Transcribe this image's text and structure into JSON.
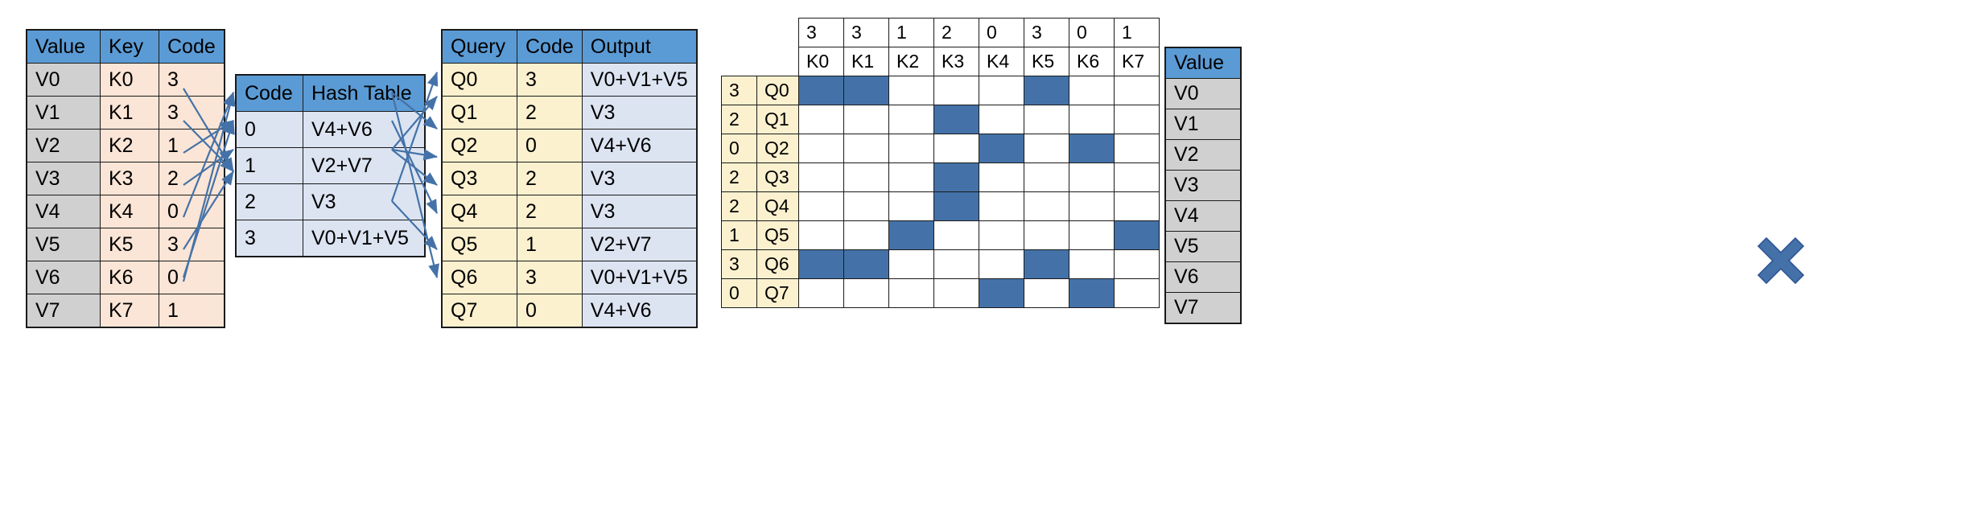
{
  "tables": {
    "value_key_code": {
      "name": "Value/Key/Code table",
      "headers": [
        "Value",
        "Key",
        "Code"
      ],
      "rows": [
        [
          "V0",
          "K0",
          "3"
        ],
        [
          "V1",
          "K1",
          "3"
        ],
        [
          "V2",
          "K2",
          "1"
        ],
        [
          "V3",
          "K3",
          "2"
        ],
        [
          "V4",
          "K4",
          "0"
        ],
        [
          "V5",
          "K5",
          "3"
        ],
        [
          "V6",
          "K6",
          "0"
        ],
        [
          "V7",
          "K7",
          "1"
        ]
      ]
    },
    "hash_table": {
      "name": "Hash Table",
      "headers": [
        "Code",
        "Hash Table"
      ],
      "rows": [
        [
          "0",
          "V4+V6"
        ],
        [
          "1",
          "V2+V7"
        ],
        [
          "2",
          "V3"
        ],
        [
          "3",
          "V0+V1+V5"
        ]
      ]
    },
    "query_code_output": {
      "name": "Query/Code/Output table",
      "headers": [
        "Query",
        "Code",
        "Output"
      ],
      "rows": [
        [
          "Q0",
          "3",
          "V0+V1+V5"
        ],
        [
          "Q1",
          "2",
          "V3"
        ],
        [
          "Q2",
          "0",
          "V4+V6"
        ],
        [
          "Q3",
          "2",
          "V3"
        ],
        [
          "Q4",
          "2",
          "V3"
        ],
        [
          "Q5",
          "1",
          "V2+V7"
        ],
        [
          "Q6",
          "3",
          "V0+V1+V5"
        ],
        [
          "Q7",
          "0",
          "V4+V6"
        ]
      ]
    },
    "value_vector": {
      "name": "Value vector",
      "header": "Value",
      "rows": [
        "V0",
        "V1",
        "V2",
        "V3",
        "V4",
        "V5",
        "V6",
        "V7"
      ]
    }
  },
  "matrix": {
    "name": "attention mask matrix",
    "column_codes": [
      "3",
      "3",
      "1",
      "2",
      "0",
      "3",
      "0",
      "1"
    ],
    "column_labels": [
      "K0",
      "K1",
      "K2",
      "K3",
      "K4",
      "K5",
      "K6",
      "K7"
    ],
    "row_codes": [
      "3",
      "2",
      "0",
      "2",
      "2",
      "1",
      "3",
      "0"
    ],
    "row_labels": [
      "Q0",
      "Q1",
      "Q2",
      "Q3",
      "Q4",
      "Q5",
      "Q6",
      "Q7"
    ],
    "cells": [
      [
        1,
        1,
        0,
        0,
        0,
        1,
        0,
        0
      ],
      [
        0,
        0,
        0,
        1,
        0,
        0,
        0,
        0
      ],
      [
        0,
        0,
        0,
        0,
        1,
        0,
        1,
        0
      ],
      [
        0,
        0,
        0,
        1,
        0,
        0,
        0,
        0
      ],
      [
        0,
        0,
        0,
        1,
        0,
        0,
        0,
        0
      ],
      [
        0,
        0,
        1,
        0,
        0,
        0,
        0,
        1
      ],
      [
        1,
        1,
        0,
        0,
        0,
        1,
        0,
        0
      ],
      [
        0,
        0,
        0,
        0,
        1,
        0,
        1,
        0
      ]
    ]
  },
  "operators": {
    "equals": "=",
    "times": "×"
  },
  "colors": {
    "header_blue": "#5b9bd5",
    "cell_blue": "#4472a8",
    "peach": "#fbe5d6",
    "cream": "#fbf1cf",
    "lavender": "#dce4f2",
    "grey": "#d0d0d0",
    "arrow": "#4472a8"
  },
  "arrows": {
    "name": "mapping arrows",
    "left_group_label": "code-to-bucket arrows",
    "right_group_label": "bucket-to-query arrows"
  }
}
